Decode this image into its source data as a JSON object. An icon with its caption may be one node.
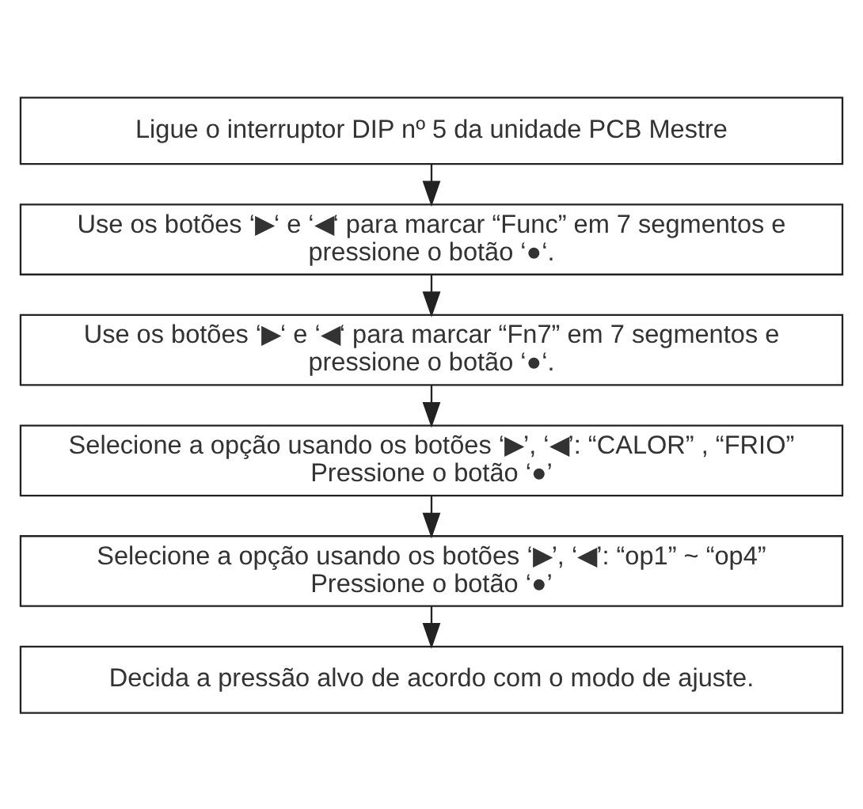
{
  "diagram": {
    "nodes": [
      {
        "text": [
          "Ligue o interruptor DIP nº 5 da unidade PCB Mestre"
        ]
      },
      {
        "text": [
          "Use os botões ‘▶‘ e ‘◀‘ para marcar “Func” em 7 segmentos e pressione o botão ‘●‘."
        ]
      },
      {
        "text": [
          "Use os botões ‘▶‘ e ‘◀‘ para marcar “Fn7” em 7 segmentos e pressione o botão ‘●‘."
        ]
      },
      {
        "text": [
          "Selecione a opção usando os botões ‘▶’, ‘◀’: “CALOR” , “FRIO” Pressione o botão ‘●’"
        ]
      },
      {
        "text": [
          "Selecione a opção usando os botões ‘▶’, ‘◀’: “op1” ~ “op4” Pressione o botão ‘●’"
        ]
      },
      {
        "text": [
          "Decida a pressão alvo de acordo com o modo de ajuste."
        ]
      }
    ],
    "edges": [
      {
        "from": 0,
        "to": 1,
        "arrow": "to"
      },
      {
        "from": 1,
        "to": 2,
        "arrow": "to"
      },
      {
        "from": 2,
        "to": 3,
        "arrow": "to"
      },
      {
        "from": 3,
        "to": 4,
        "arrow": "to"
      },
      {
        "from": 4,
        "to": 5,
        "arrow": "to"
      }
    ]
  }
}
